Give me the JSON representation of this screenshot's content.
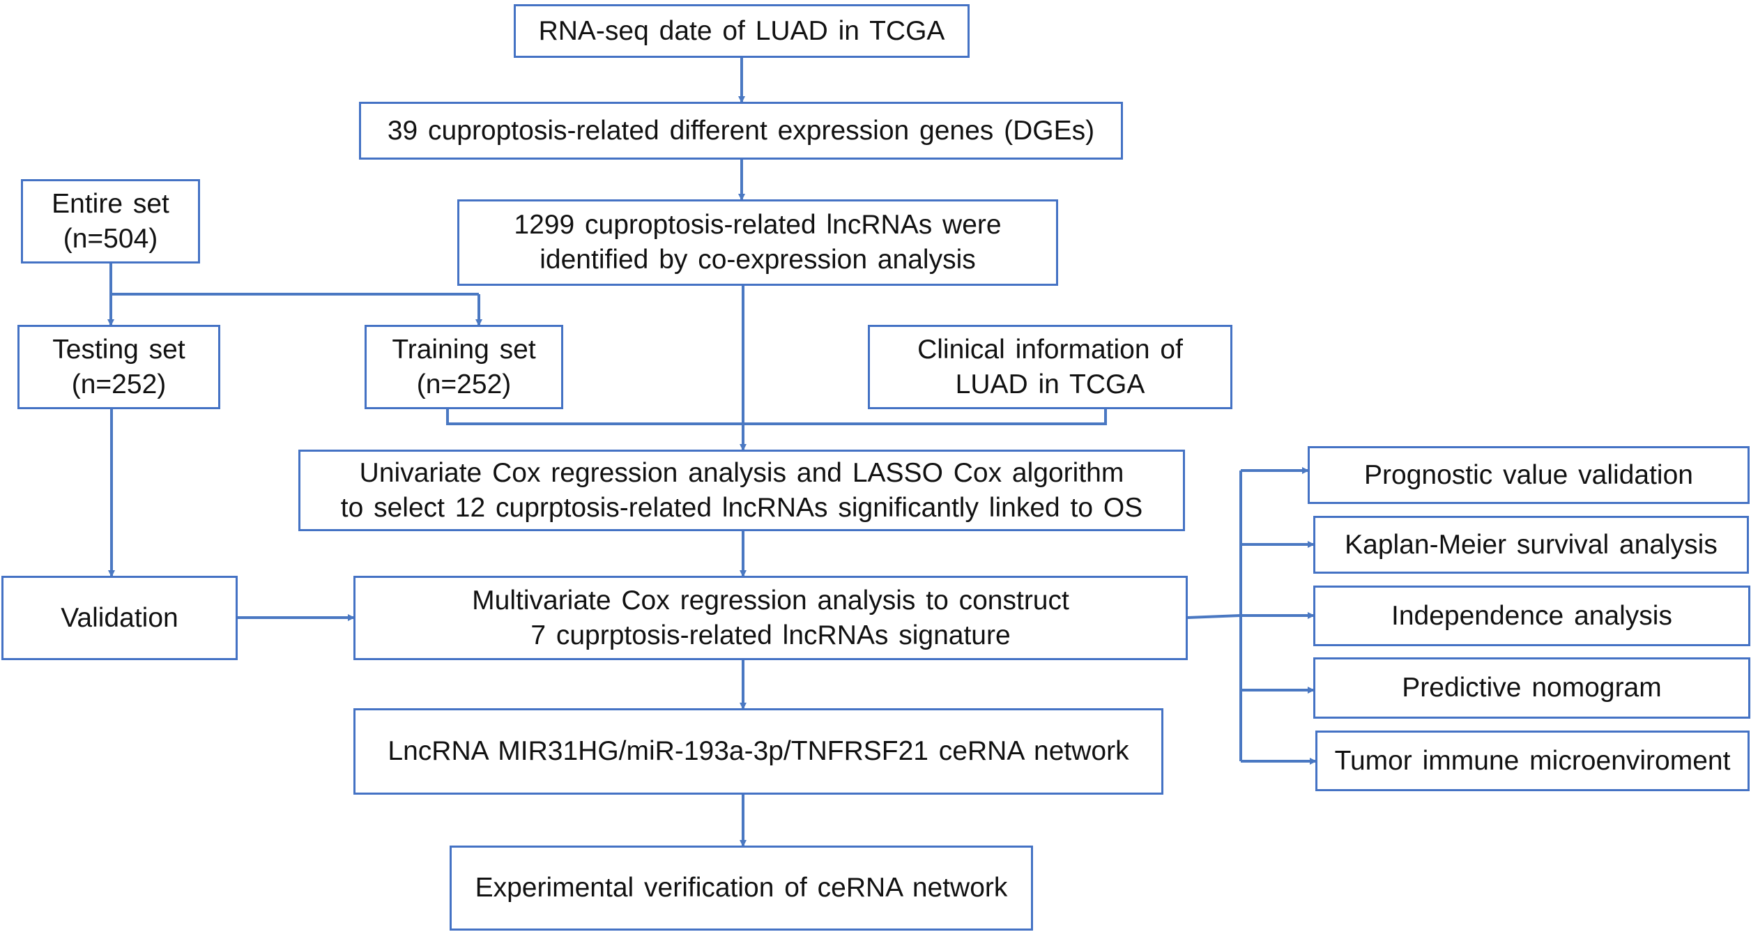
{
  "boxes": {
    "rna_seq": [
      "RNA-seq  date of LUAD  in TCGA"
    ],
    "dges": [
      "39 cuproptosis-related different expression genes (DGEs)"
    ],
    "lncrnas": [
      "1299 cuproptosis-related lncRNAs  were",
      "identified by co-expression analysis"
    ],
    "entire_set": [
      "Entire set",
      "(n=504)"
    ],
    "testing_set": [
      "Testing set",
      "(n=252)"
    ],
    "training_set": [
      "Training set",
      "(n=252)"
    ],
    "clinical_info": [
      "Clinical  information of",
      "LUAD in TCGA"
    ],
    "univariate": [
      "Univariate Cox regression analysis and LASSO Cox algorithm",
      "to select 12 cuprptosis-related lncRNAs significantly linked to OS"
    ],
    "validation": [
      "Validation"
    ],
    "multivariate": [
      "Multivariate Cox regression analysis to construct",
      "7 cuprptosis-related lncRNAs signature"
    ],
    "cerna_network": [
      "LncRNA MIR31HG/miR-193a-3p/TNFRSF21  ceRNA network"
    ],
    "experimental": [
      "Experimental  verification of ceRNA network"
    ],
    "prognostic": [
      "Prognostic value validation"
    ],
    "kaplan_meier": [
      "Kaplan-Meier survival analysis"
    ],
    "independence": [
      "Independence analysis"
    ],
    "nomogram": [
      "Predictive nomogram"
    ],
    "tumor_immune": [
      "Tumor immune microenviroment"
    ]
  },
  "colors": {
    "border": "#4472c4",
    "arrow": "#4a78c2",
    "text": "#111111"
  }
}
